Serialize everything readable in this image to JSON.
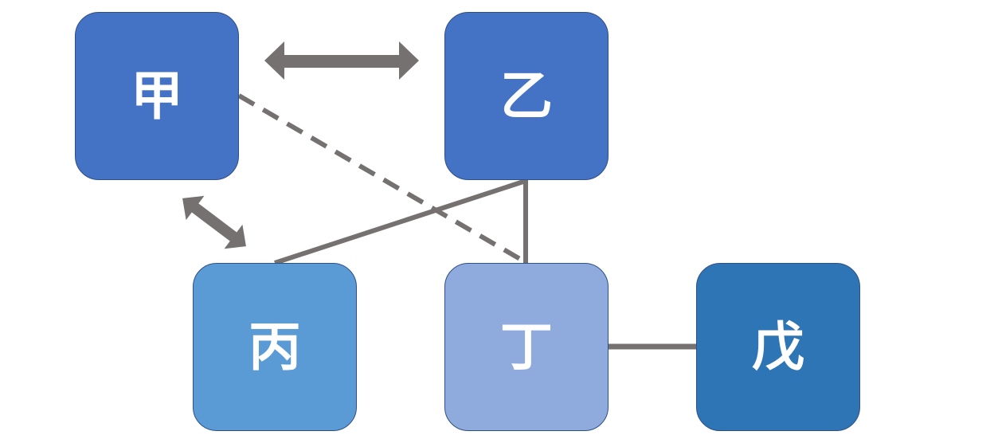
{
  "nodes": {
    "jia": {
      "label": "甲",
      "color": "#4472c4"
    },
    "yi": {
      "label": "乙",
      "color": "#4472c4"
    },
    "bing": {
      "label": "丙",
      "color": "#5b9bd5"
    },
    "ding": {
      "label": "丁",
      "color": "#8faadc"
    },
    "wu": {
      "label": "戊",
      "color": "#2e75b6"
    }
  },
  "connector_color": "#767171",
  "connections": [
    {
      "from": "甲",
      "to": "乙",
      "style": "double-arrow"
    },
    {
      "from": "甲",
      "to": "丙",
      "style": "double-arrow"
    },
    {
      "from": "甲",
      "to": "丁",
      "style": "dashed"
    },
    {
      "from": "乙",
      "to": "丙",
      "style": "solid"
    },
    {
      "from": "乙",
      "to": "丁",
      "style": "solid"
    },
    {
      "from": "丁",
      "to": "戊",
      "style": "solid"
    }
  ]
}
